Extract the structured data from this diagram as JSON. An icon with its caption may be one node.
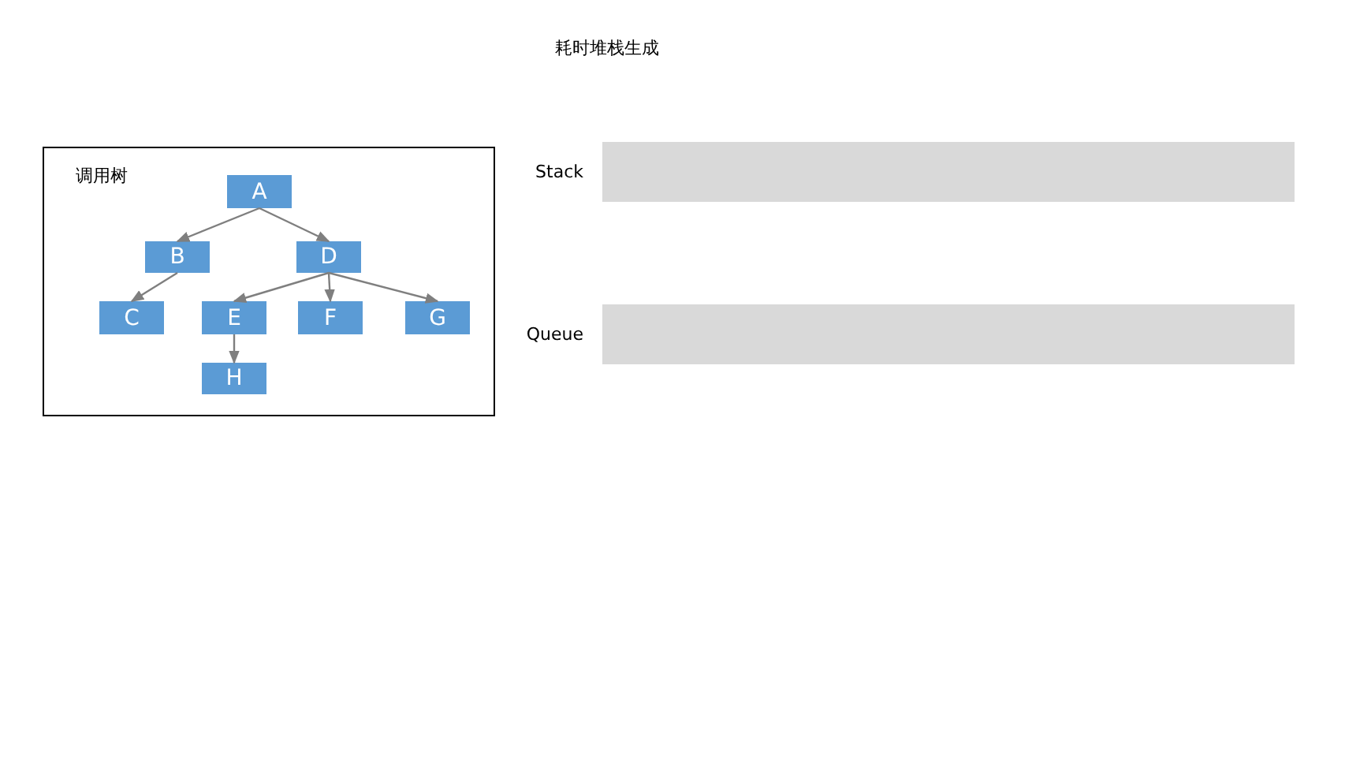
{
  "diagram": {
    "title": "耗时堆栈生成",
    "nodes": [
      {
        "text": [
          "调用树"
        ]
      },
      {
        "text": [
          "A"
        ],
        "in": 0
      },
      {
        "text": [
          "B"
        ],
        "in": 0
      },
      {
        "text": [
          "D"
        ],
        "in": 0
      },
      {
        "text": [
          "C"
        ],
        "in": 0
      },
      {
        "text": [
          "E"
        ],
        "in": 0
      },
      {
        "text": [
          "F"
        ],
        "in": 0
      },
      {
        "text": [
          "G"
        ],
        "in": 0
      },
      {
        "text": [
          "H"
        ],
        "in": 0
      },
      {
        "text": [],
        "shape": "bar",
        "beside": [
          "Stack"
        ]
      },
      {
        "text": [],
        "shape": "bar",
        "beside": [
          "Queue"
        ]
      }
    ],
    "edges": [
      {
        "from": 1,
        "to": 2,
        "arrow": "to"
      },
      {
        "from": 1,
        "to": 3,
        "arrow": "to"
      },
      {
        "from": 2,
        "to": 4,
        "arrow": "to"
      },
      {
        "from": 3,
        "to": 5,
        "arrow": "to"
      },
      {
        "from": 3,
        "to": 6,
        "arrow": "to"
      },
      {
        "from": 3,
        "to": 7,
        "arrow": "to"
      },
      {
        "from": 5,
        "to": 8,
        "arrow": "to"
      }
    ]
  }
}
